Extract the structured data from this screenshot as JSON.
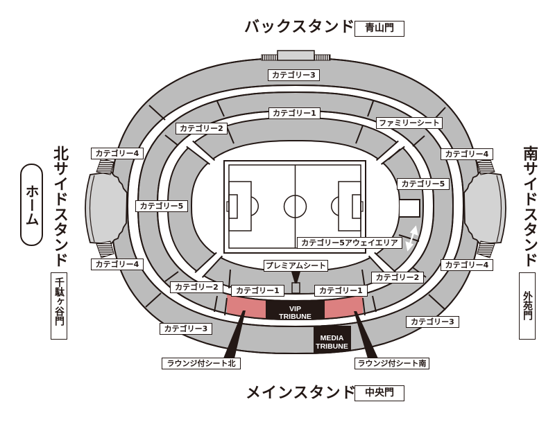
{
  "stands": {
    "back": {
      "title": "バックスタンド",
      "gate": "青山門"
    },
    "main": {
      "title": "メインスタンド",
      "gate": "中央門"
    },
    "north": {
      "title": "北サイドスタンド",
      "gate": "千駄ヶ谷門",
      "badge": "ホーム"
    },
    "south": {
      "title": "南サイドスタンド",
      "gate": "外苑門"
    }
  },
  "sections": {
    "cat3_top": "カテゴリー3",
    "cat1_top": "カテゴリー1",
    "cat2_top_left": "カテゴリー2",
    "family_seat": "ファミリーシート",
    "cat4_top_left": "カテゴリー4",
    "cat4_top_right": "カテゴリー4",
    "cat5_left": "カテゴリー5",
    "cat5_right": "カテゴリー5",
    "cat5_away": "カテゴリー5アウェイエリア",
    "cat4_bottom_left": "カテゴリー4",
    "cat4_bottom_right": "カテゴリー4",
    "premium_seat": "プレミアムシート",
    "cat2_bottom_left": "カテゴリー2",
    "cat1_bottom_left": "カテゴリー1",
    "cat1_bottom_right": "カテゴリー1",
    "cat2_bottom_right": "カテゴリー2",
    "cat3_bottom_left": "カテゴリー3",
    "cat3_bottom_right": "カテゴリー3",
    "lounge_north": "ラウンジ付シート北",
    "lounge_south": "ラウンジ付シート南"
  },
  "tribunes": {
    "vip": {
      "line1": "VIP",
      "line2": "TRIBUNE"
    },
    "media": {
      "line1": "MEDIA",
      "line2": "TRIBUNE"
    }
  },
  "colors": {
    "seat_gray": "#bcbcbc",
    "stand_building": "#d3d3d3",
    "outline": "#231815",
    "lounge_pink": "#dc8080",
    "tribune_black": "#231815"
  }
}
